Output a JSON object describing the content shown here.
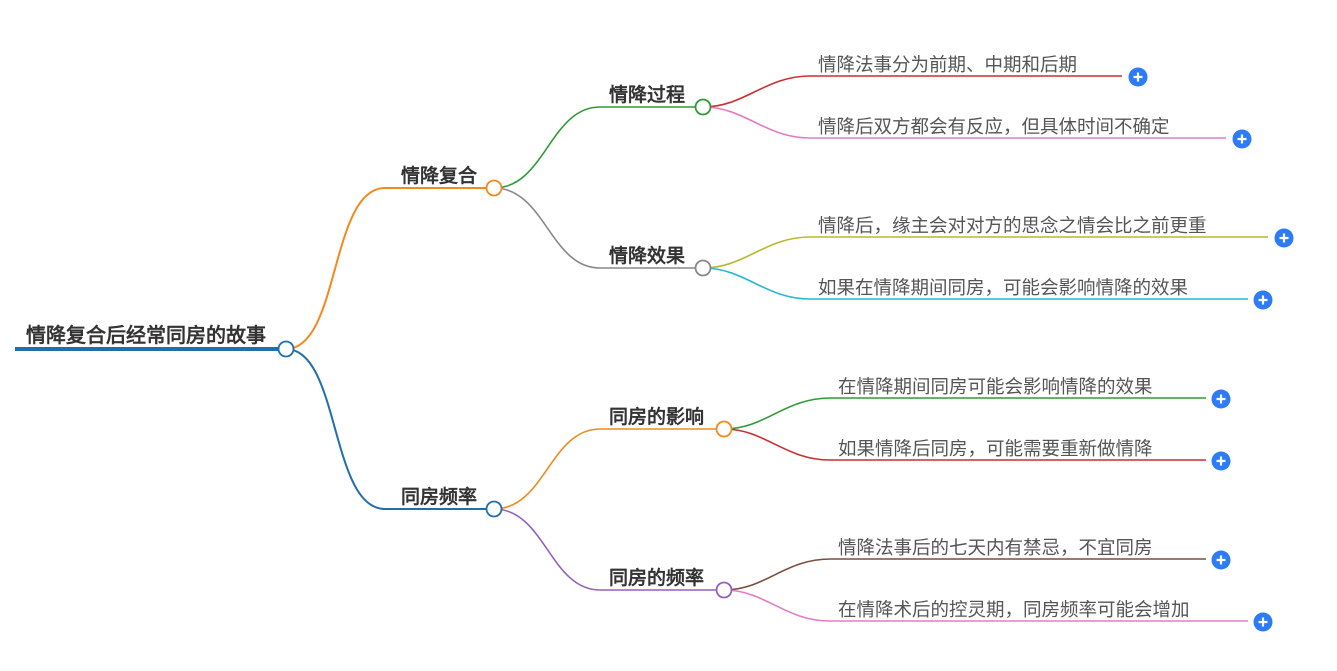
{
  "colors": {
    "root": "#1f6fad",
    "branch_1": "#f28a1e",
    "branch_2": "#1f6fad",
    "green": "#2e9b36",
    "gray": "#888888",
    "red": "#cc2e2e",
    "pink": "#e47bc5",
    "olive": "#b8b82a",
    "cyan": "#26b9cf",
    "orange": "#f28a1e",
    "purple": "#9461bd",
    "brown": "#7a4e3a",
    "expand_button": "#2d7cf6"
  },
  "icons": {
    "expand": "plus-circle-icon"
  },
  "mindmap": {
    "root": {
      "label": "情降复合后经常同房的故事",
      "children": [
        {
          "label": "情降复合",
          "children": [
            {
              "label": "情降过程",
              "children": [
                {
                  "label": "情降法事分为前期、中期和后期"
                },
                {
                  "label": "情降后双方都会有反应，但具体时间不确定"
                }
              ]
            },
            {
              "label": "情降效果",
              "children": [
                {
                  "label": "情降后，缘主会对对方的思念之情会比之前更重"
                },
                {
                  "label": "如果在情降期间同房，可能会影响情降的效果"
                }
              ]
            }
          ]
        },
        {
          "label": "同房频率",
          "children": [
            {
              "label": "同房的影响",
              "children": [
                {
                  "label": "在情降期间同房可能会影响情降的效果"
                },
                {
                  "label": "如果情降后同房，可能需要重新做情降"
                }
              ]
            },
            {
              "label": "同房的频率",
              "children": [
                {
                  "label": "情降法事后的七天内有禁忌，不宜同房"
                },
                {
                  "label": "在情降术后的控灵期，同房频率可能会增加"
                }
              ]
            }
          ]
        }
      ]
    }
  }
}
